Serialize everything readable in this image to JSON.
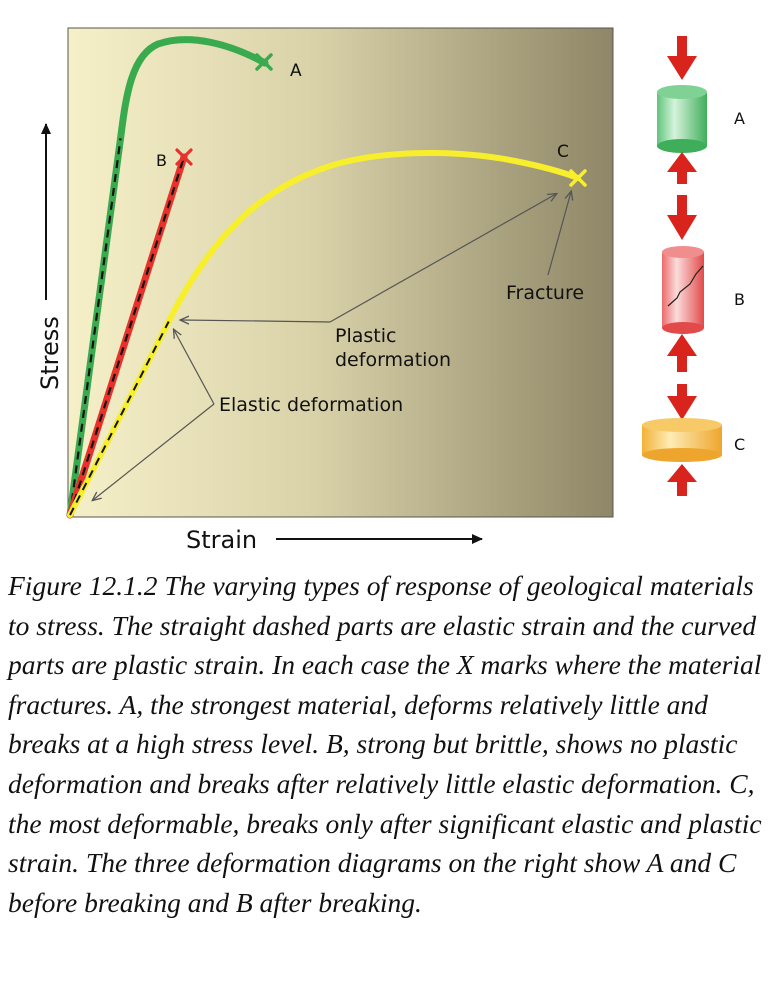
{
  "diagram": {
    "axis_labels": {
      "stress": "Stress",
      "strain": "Strain"
    },
    "curve_labels": {
      "a": "A",
      "b": "B",
      "c": "C"
    },
    "annotations": {
      "fracture": "Fracture",
      "plastic_line1": "Plastic",
      "plastic_line2": "deformation",
      "elastic": "Elastic deformation"
    },
    "colors": {
      "panel_light": "#f6f0c9",
      "panel_dark": "#8e8666",
      "curve_a": "#3aaa4f",
      "curve_b": "#e8312b",
      "curve_c": "#f7ef2b",
      "arrow": "#d8241c"
    }
  },
  "specimens": {
    "a_label": "A",
    "b_label": "B",
    "c_label": "C"
  },
  "caption": "Figure 12.1.2 The varying types of response of geological materials to stress. The straight dashed parts are elastic strain and the curved parts are plastic strain. In each case the X marks where the material fractures. A, the strongest material, deforms relatively little and breaks at a high stress level. B, strong but brittle, shows no plastic deformation and breaks after relatively little elastic deformation. C, the most deformable, breaks only after significant elastic and plastic strain.  The three deformation diagrams on the right show A and C before breaking and B after breaking."
}
